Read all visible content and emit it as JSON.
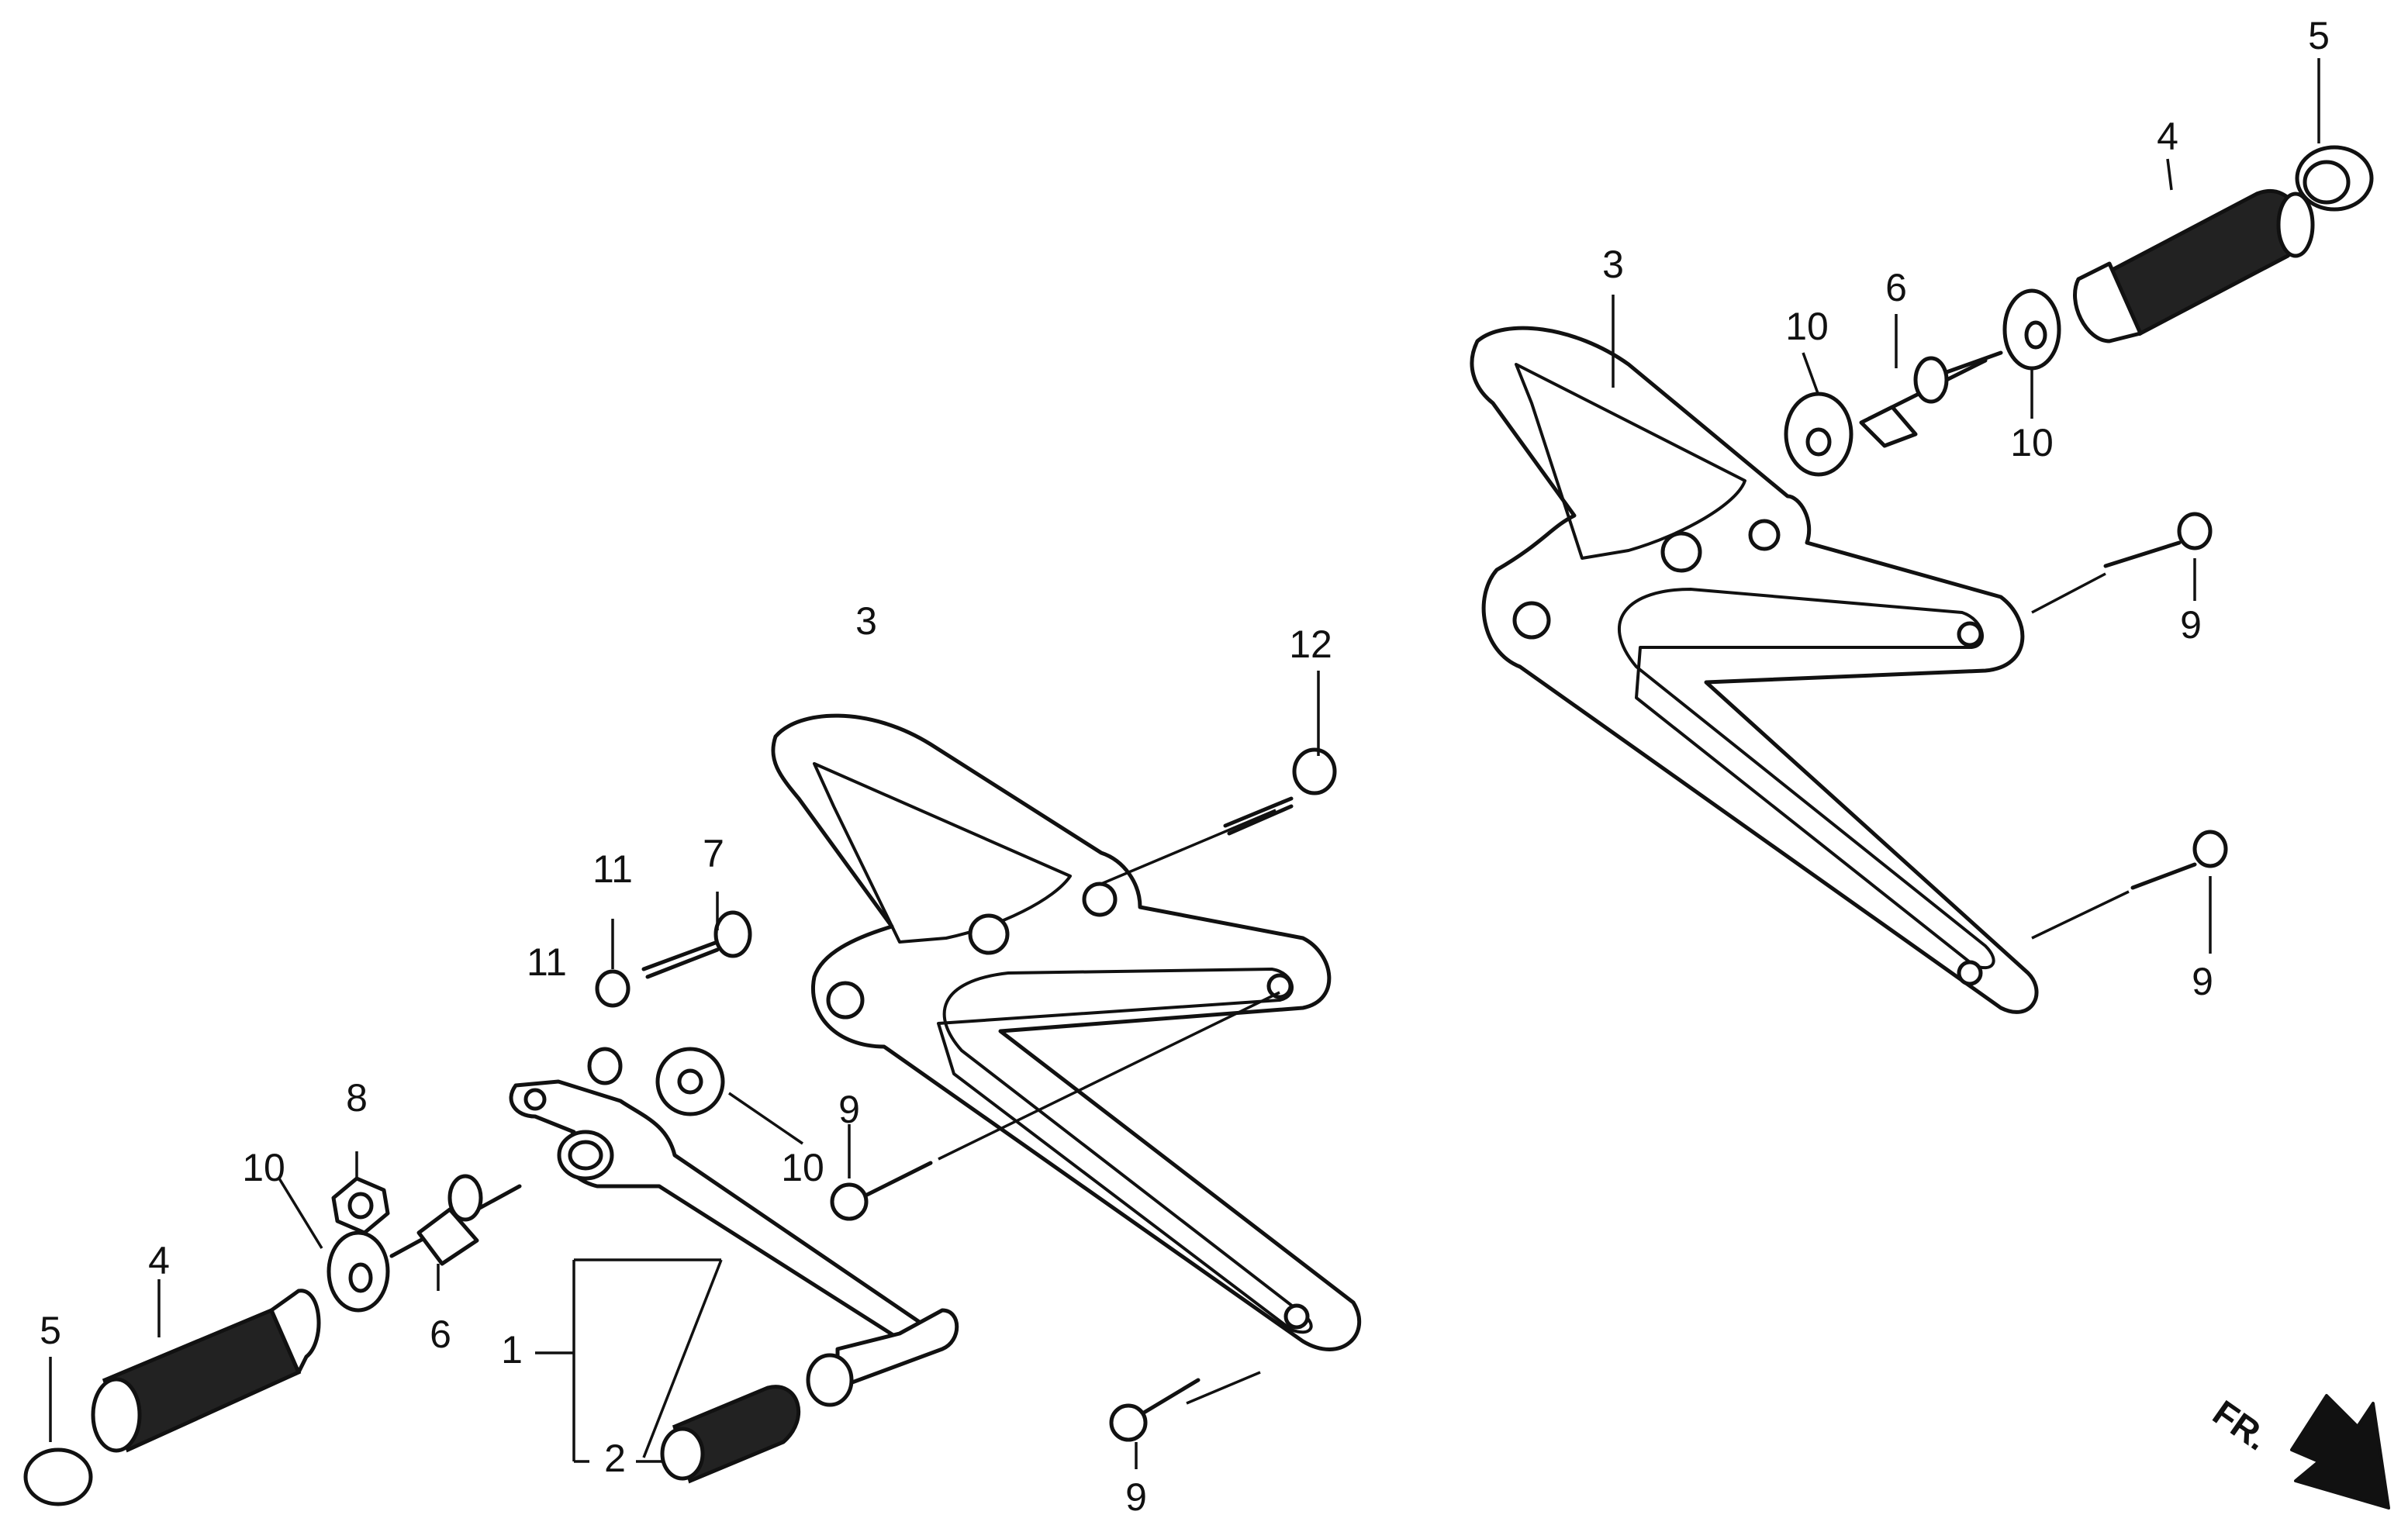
{
  "callouts": {
    "c1": "1",
    "c2": "2",
    "c3a": "3",
    "c3b": "3",
    "c4a": "4",
    "c4b": "4",
    "c5a": "5",
    "c5b": "5",
    "c6a": "6",
    "c6b": "6",
    "c7": "7",
    "c8": "8",
    "c9a": "9",
    "c9b": "9",
    "c9c": "9",
    "c9d": "9",
    "c10a": "10",
    "c10b": "10",
    "c10c": "10",
    "c10d": "10",
    "c11a": "11",
    "c11b": "11",
    "c12": "12"
  },
  "direction": {
    "label": "FR."
  },
  "colors": {
    "ink": "#111111",
    "paper": "#ffffff"
  }
}
